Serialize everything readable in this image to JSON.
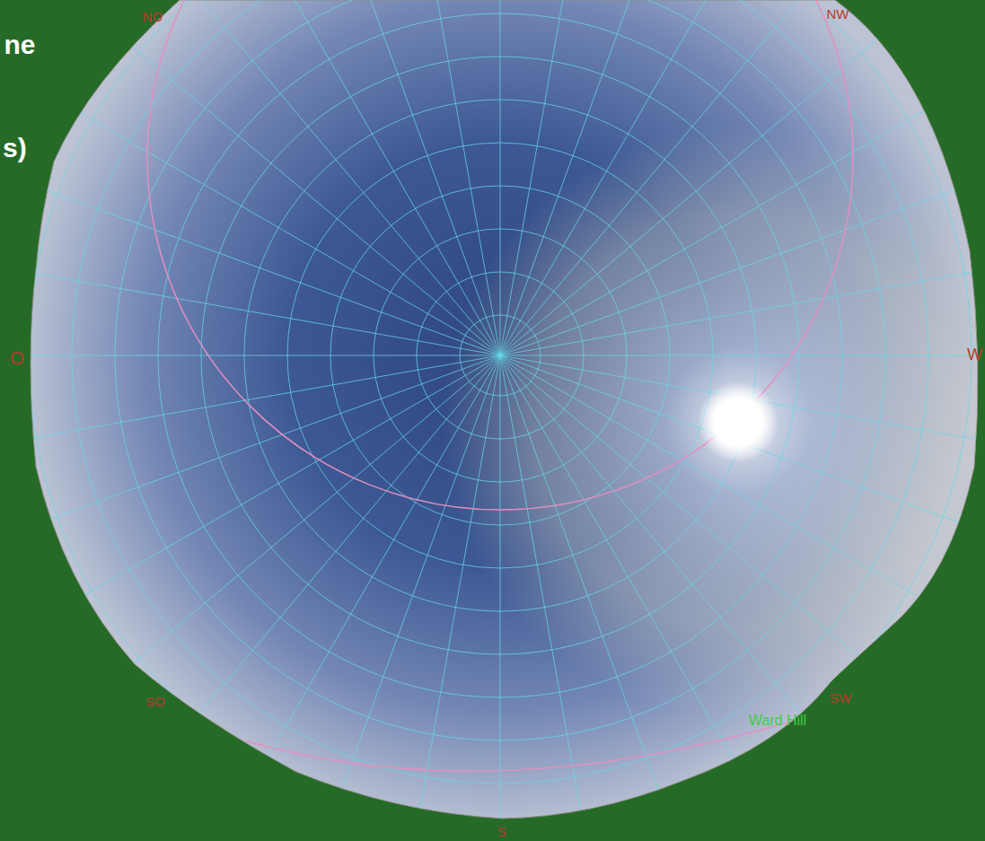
{
  "diagram": {
    "labels": [
      "ne",
      "s)",
      "NO",
      "NW",
      "O",
      "W",
      "SO",
      "SW",
      "S",
      "Ward Hill"
    ]
  }
}
